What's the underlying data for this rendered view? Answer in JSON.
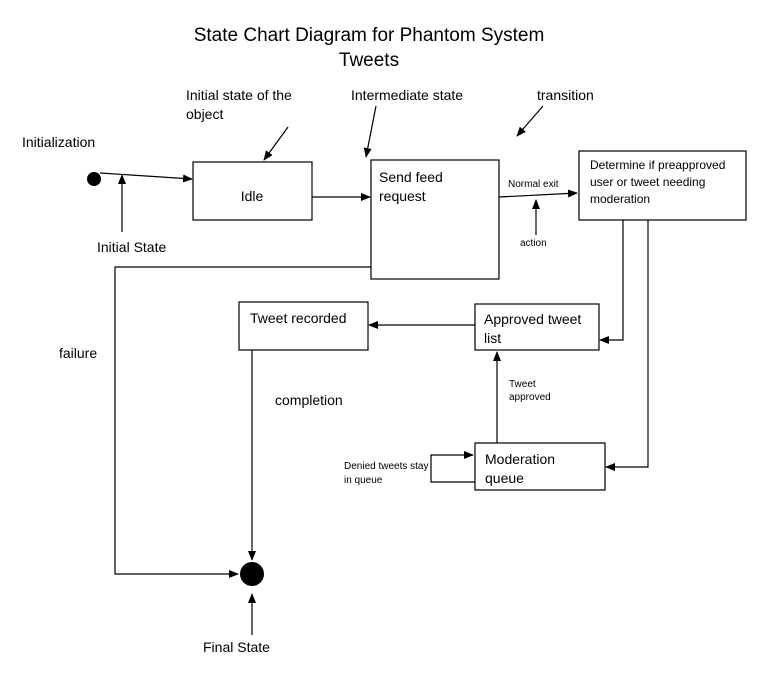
{
  "title": {
    "line1": "State Chart Diagram for Phantom System",
    "line2": "Tweets"
  },
  "labels": {
    "initial_state_of_object_1": "Initial state of the",
    "initial_state_of_object_2": "object",
    "intermediate_state": "Intermediate state",
    "transition": "transition",
    "initialization": "Initialization",
    "initial_state": "Initial State",
    "failure": "failure",
    "completion": "completion",
    "final_state": "Final State",
    "normal_exit": "Normal exit",
    "action": "action",
    "tweet_approved_1": "Tweet",
    "tweet_approved_2": "approved",
    "denied_1": "Denied tweets stay",
    "denied_2": "in queue"
  },
  "states": {
    "idle": "Idle",
    "send_feed_1": "Send feed",
    "send_feed_2": "request",
    "determine_1": "Determine if preapproved",
    "determine_2": "user or tweet needing",
    "determine_3": "moderation",
    "approved_1": "Approved tweet",
    "approved_2": "list",
    "recorded": "Tweet recorded",
    "moderation_1": "Moderation",
    "moderation_2": "queue"
  }
}
